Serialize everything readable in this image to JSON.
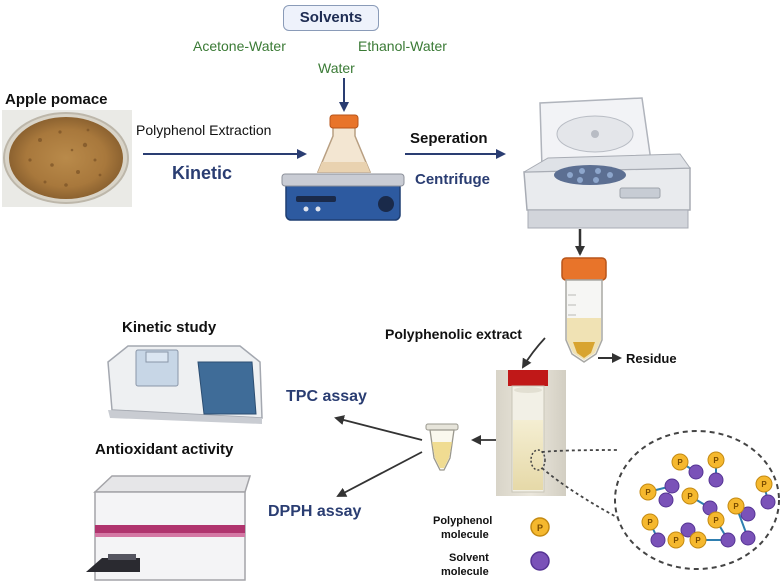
{
  "labels": {
    "solvents": "Solvents",
    "acetone_water": "Acetone-Water",
    "ethanol_water": "Ethanol-Water",
    "water": "Water",
    "apple_pomace": "Apple pomace",
    "polyphenol_extraction": "Polyphenol Extraction",
    "kinetic": "Kinetic",
    "seperation": "Seperation",
    "centrifuge": "Centrifuge",
    "polyphenolic_extract": "Polyphenolic extract",
    "residue": "Residue",
    "kinetic_study": "Kinetic study",
    "tpc_assay": "TPC assay",
    "antioxidant_activity": "Antioxidant activity",
    "dpph_assay": "DPPH assay",
    "polyphenol_molecule_line1": "Polyphenol",
    "polyphenol_molecule_line2": "molecule",
    "solvent_molecule_line1": "Solvent",
    "solvent_molecule_line2": "molecule",
    "p_symbol": "P"
  },
  "colors": {
    "text_green": "#3a7a35",
    "text_blue": "#2a3d72",
    "polyphenol_ball": "#f5b82e",
    "solvent_ball": "#7a52b8",
    "arrow_blue": "#2a3d72",
    "arrow_dark": "#333333"
  }
}
